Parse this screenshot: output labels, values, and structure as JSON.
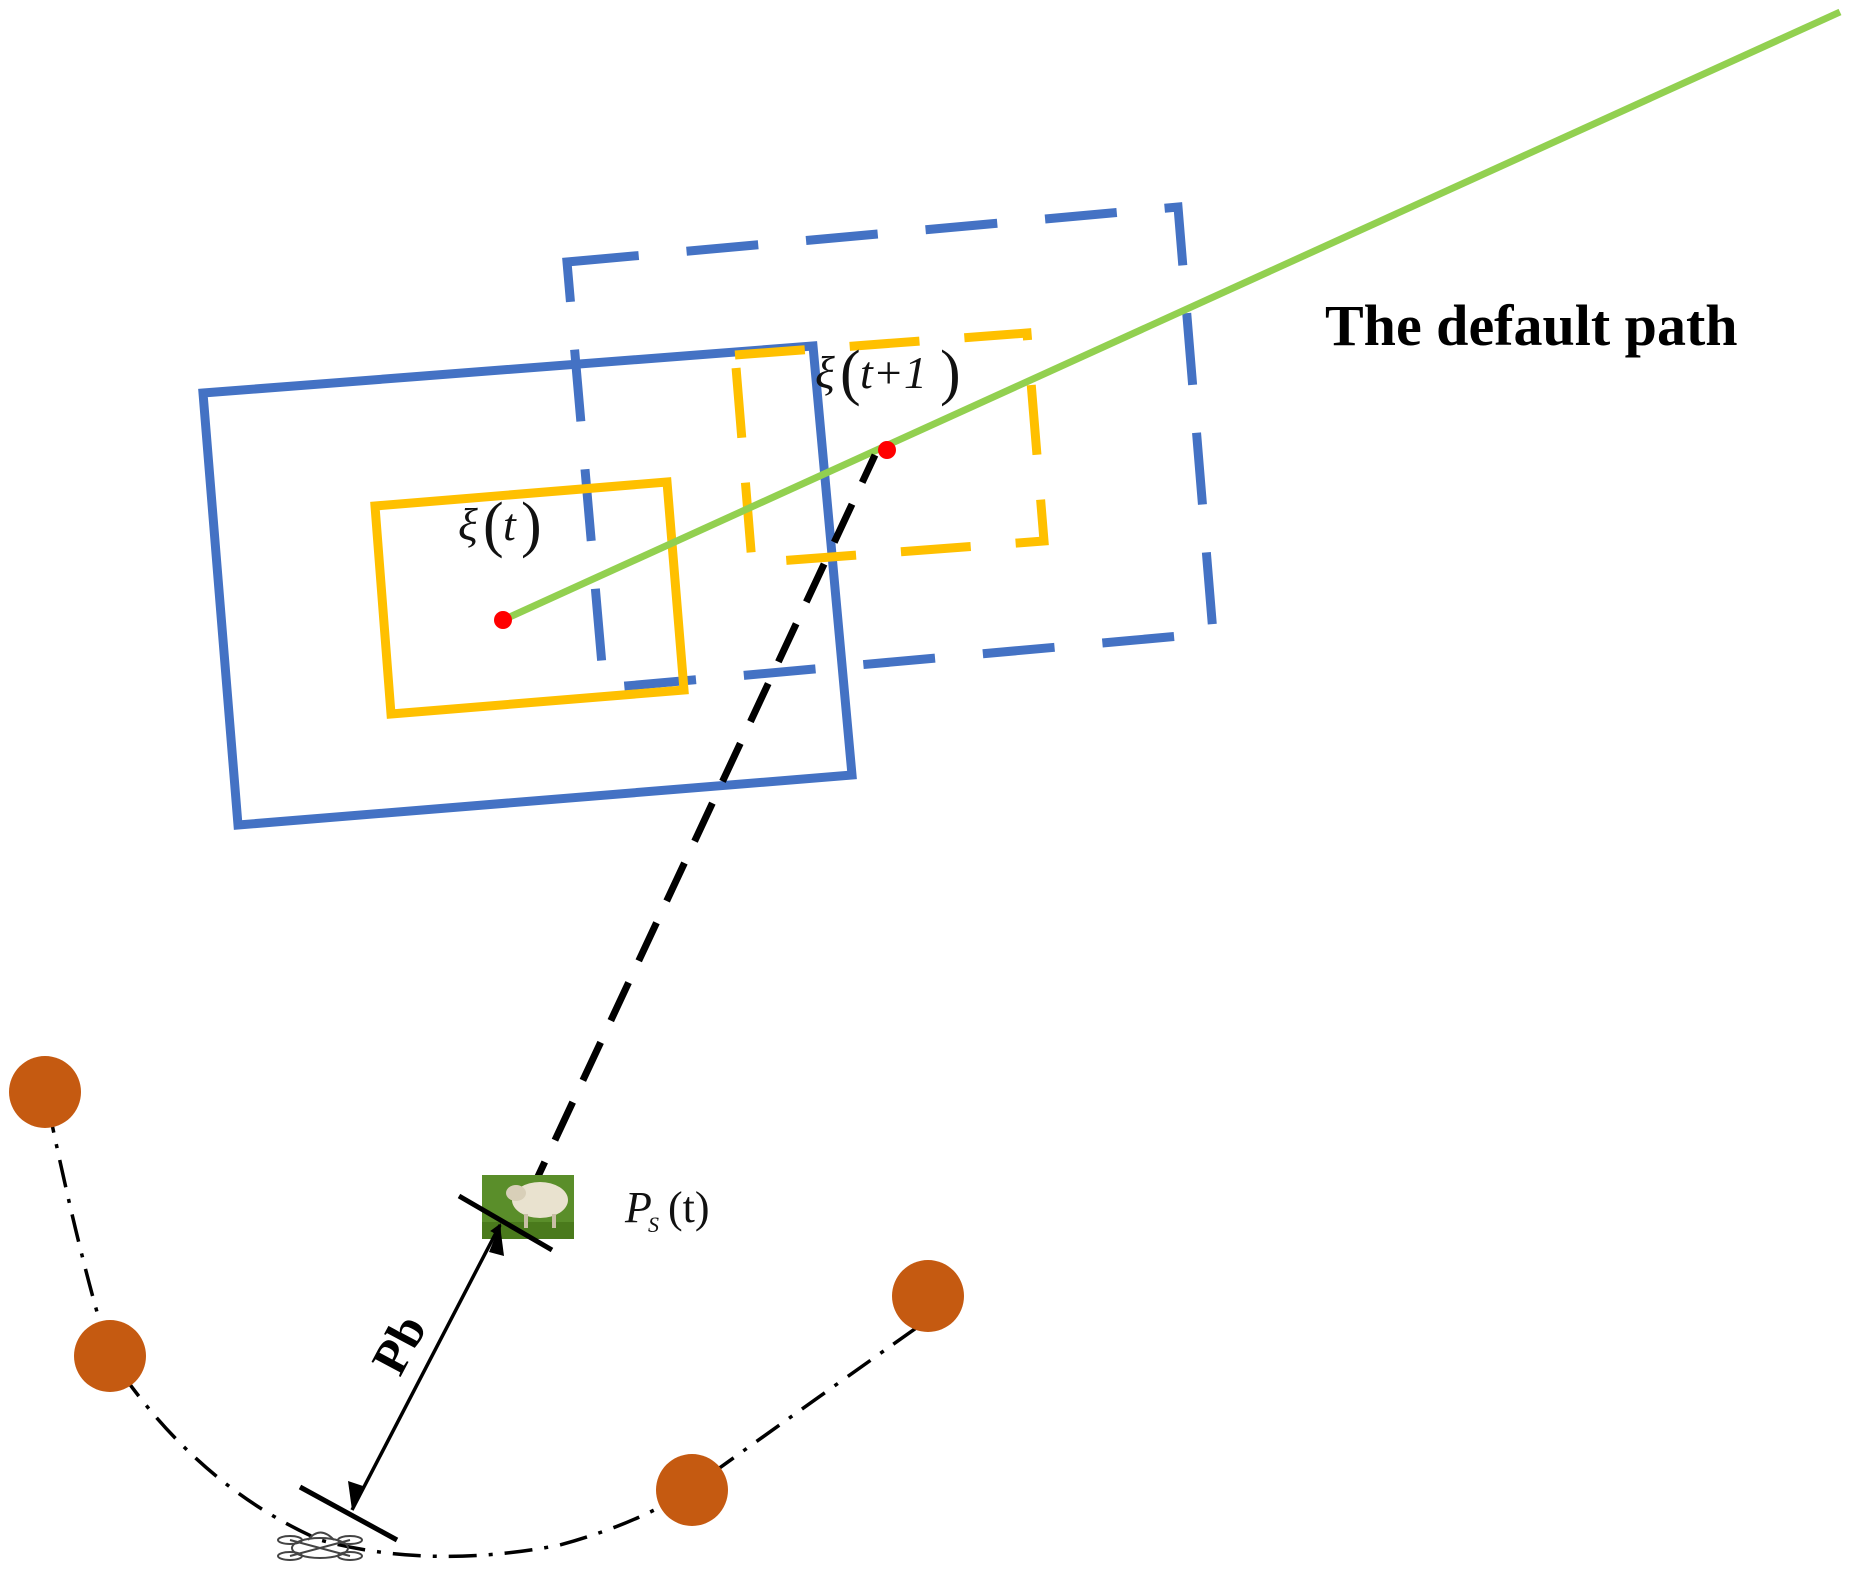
{
  "labels": {
    "default_path": "The default path",
    "xi_t": {
      "symbol": "ξ",
      "arg": "t"
    },
    "xi_t1": {
      "symbol": "ξ",
      "arg": "t+1"
    },
    "ps": {
      "main": "P",
      "sub": "S",
      "arg": "(t)"
    },
    "pb": "Pb"
  },
  "colors": {
    "blue": "#4472c4",
    "yellow": "#ffc000",
    "green": "#92d050",
    "red": "#ff0000",
    "brown": "#c55a11",
    "black": "#000000"
  },
  "icons": {
    "target": "sheep-image-icon",
    "uav": "drone-icon"
  }
}
